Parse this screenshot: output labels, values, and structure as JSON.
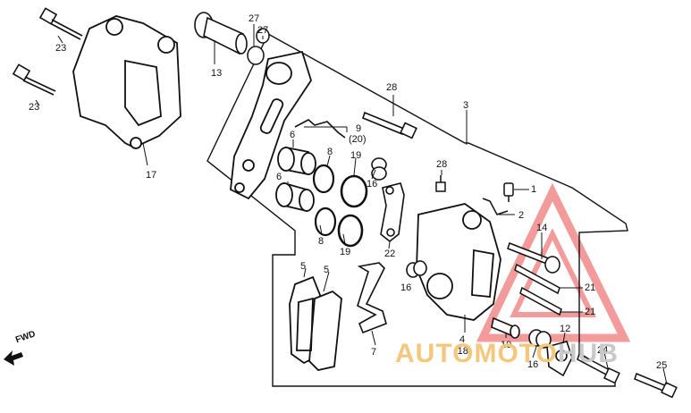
{
  "labels": {
    "l23a": "23",
    "l23b": "23",
    "l17": "17",
    "l13": "13",
    "l27a": "27",
    "l27b": "27",
    "l28a": "28",
    "l28b": "28",
    "l3": "3",
    "l9": "9",
    "l20": "(20)",
    "l6a": "6",
    "l6b": "6",
    "l8a": "8",
    "l8b": "8",
    "l19a": "19",
    "l19b": "19",
    "l16a": "16",
    "l16b": "16",
    "l16c": "16",
    "l22": "22",
    "l1": "1",
    "l2": "2",
    "l14": "14",
    "l21a": "21",
    "l21b": "21",
    "l5a": "5",
    "l5b": "5",
    "l7": "7",
    "l4": "4",
    "l18": "(18)",
    "l10": "10",
    "l12": "12",
    "l24": "24",
    "l25": "25"
  },
  "fwd_label": "FWD",
  "watermark": {
    "part1": "AUTOMOTO",
    "part2": "HUB",
    "color_accent": "#e24a4a",
    "color_text": "#f4c77c"
  }
}
